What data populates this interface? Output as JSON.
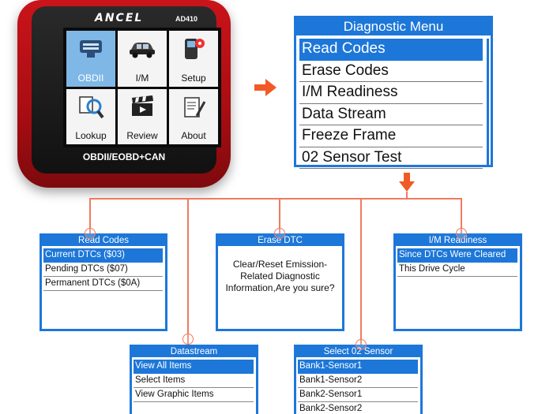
{
  "device": {
    "brand": "ANCEL",
    "model": "AD410",
    "footer": "OBDII/EOBD+CAN",
    "tiles": [
      {
        "label": "OBDII",
        "icon": "obd-connector-icon"
      },
      {
        "label": "I/M",
        "icon": "car-icon"
      },
      {
        "label": "Setup",
        "icon": "settings-scanner-icon"
      },
      {
        "label": "Lookup",
        "icon": "magnifier-icon"
      },
      {
        "label": "Review",
        "icon": "clapperboard-icon"
      },
      {
        "label": "About",
        "icon": "document-pen-icon"
      }
    ]
  },
  "diagnostic_menu": {
    "title": "Diagnostic Menu",
    "items": [
      "Read Codes",
      "Erase Codes",
      "I/M Readiness",
      "Data Stream",
      "Freeze Frame",
      "02 Sensor Test"
    ],
    "selected_index": 0
  },
  "read_codes": {
    "title": "Read Codes",
    "items": [
      "Current DTCs ($03)",
      "Pending DTCs ($07)",
      "Permanent DTCs ($0A)"
    ]
  },
  "erase_dtc": {
    "title": "Erase DTC",
    "message": "Clear/Reset Emission-Related Diagnostic Information,Are you sure?"
  },
  "im_readiness": {
    "title": "I/M Readiness",
    "items": [
      "Since DTCs Were Cleared",
      "This Drive Cycle"
    ]
  },
  "datastream": {
    "title": "Datastream",
    "items": [
      "View All Items",
      "Select Items",
      "View Graphic Items"
    ]
  },
  "select_o2": {
    "title": "Select 02 Sensor",
    "items": [
      "Bank1-Sensor1",
      "Bank1-Sensor2",
      "Bank2-Sensor1",
      "Bank2-Sensor2"
    ]
  },
  "colors": {
    "accent": "#1d77d9",
    "arrow": "#f15a24",
    "connector": "#f07a60",
    "device_red": "#c9141a"
  }
}
